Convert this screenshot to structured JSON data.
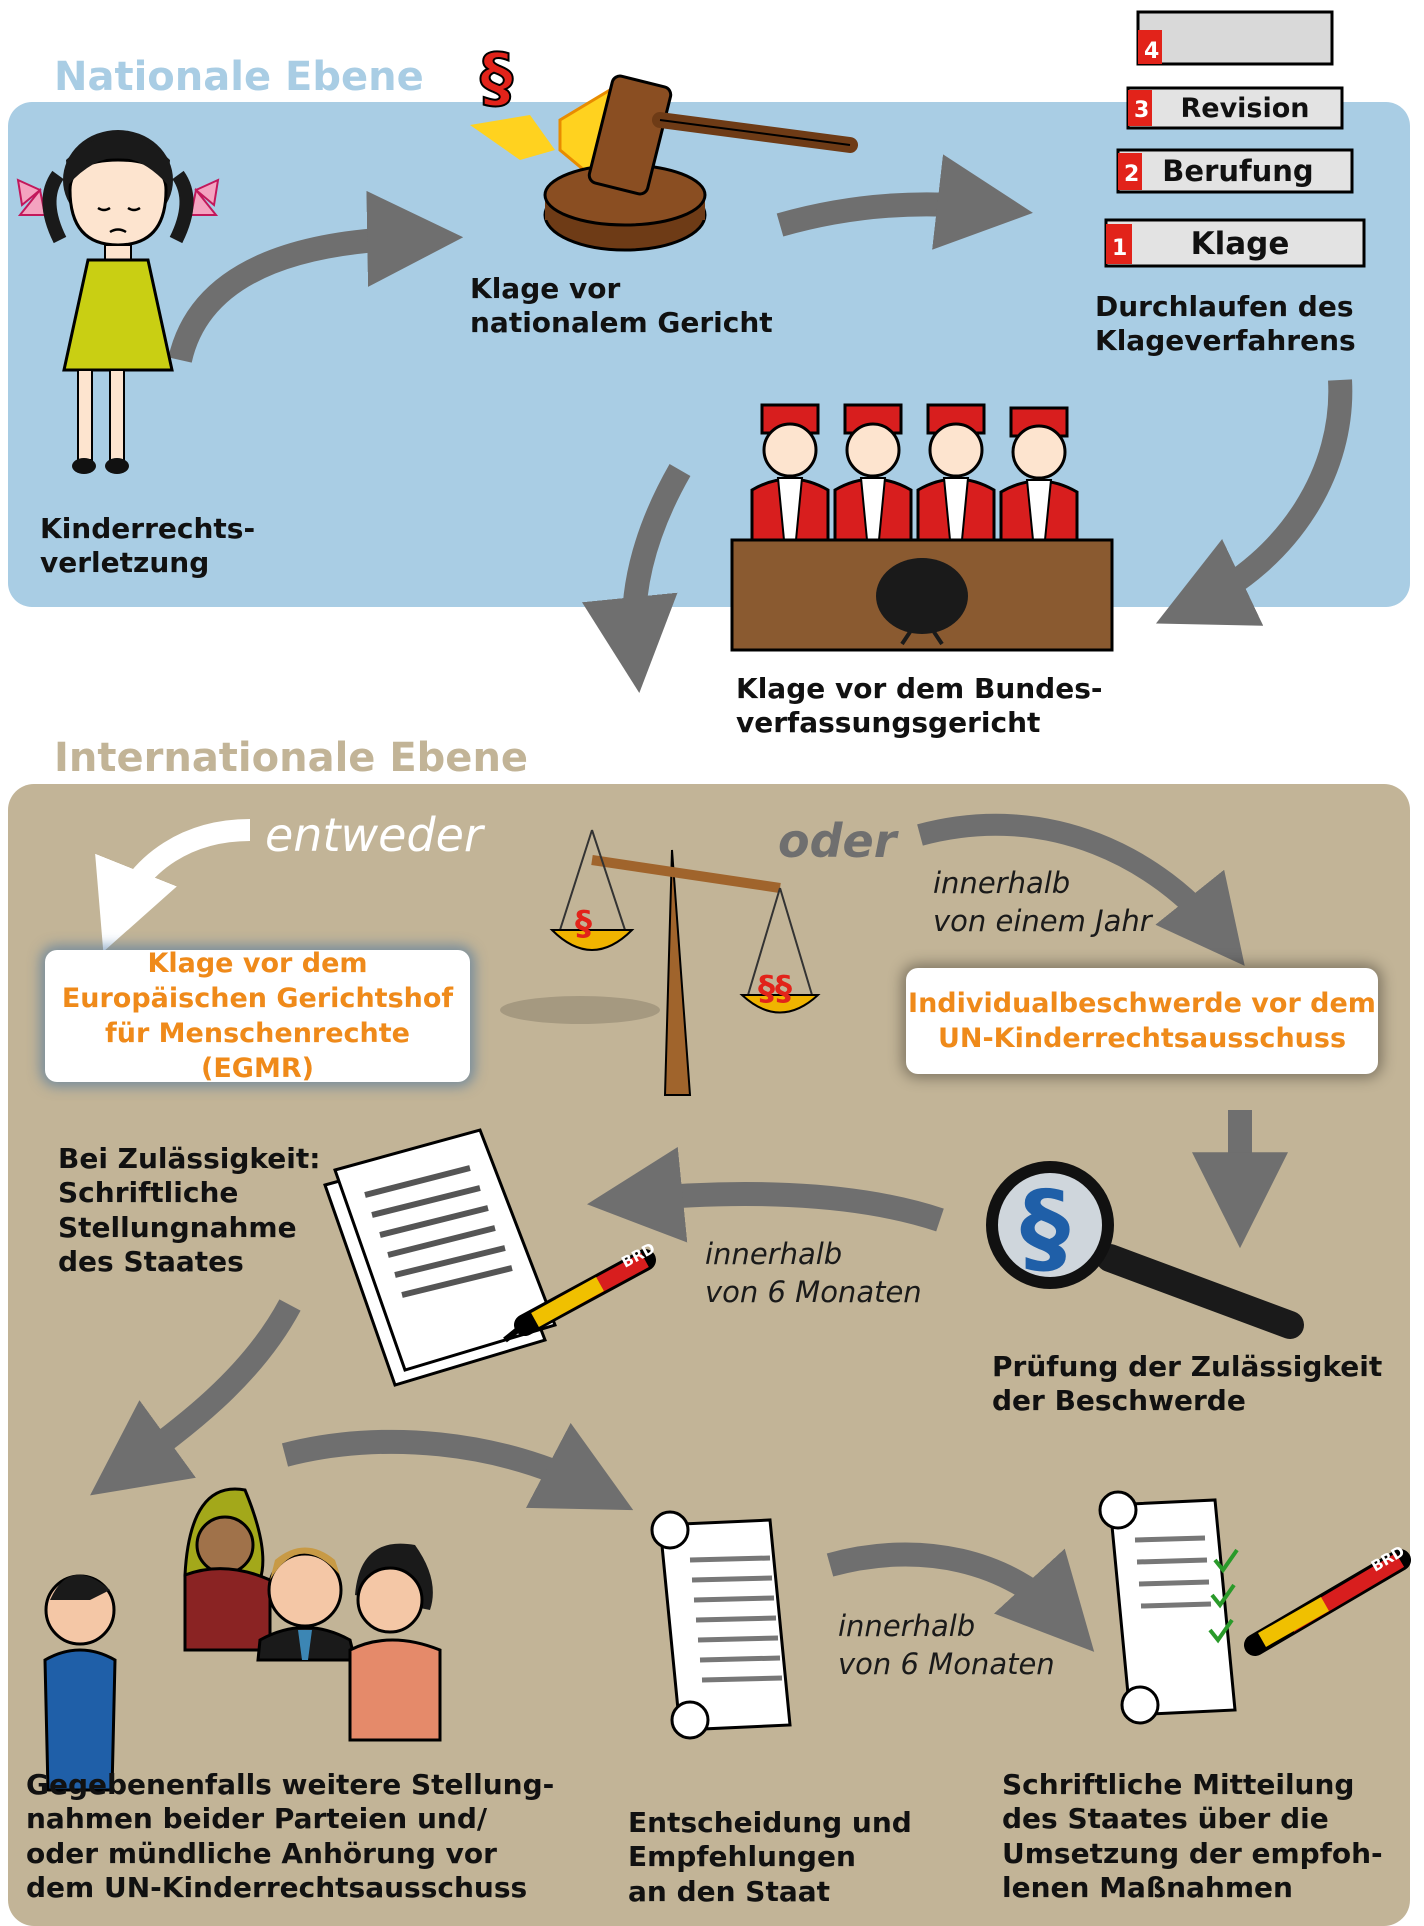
{
  "national": {
    "title": "Nationale Ebene",
    "child_label": "Kinderrechts-\nverletzung",
    "court_label": "Klage vor\nnationalem Gericht",
    "stairs_label": "Durchlaufen des\nKlageverfahrens",
    "stairs": [
      {
        "num": "4",
        "label": ""
      },
      {
        "num": "3",
        "label": "Revision"
      },
      {
        "num": "2",
        "label": "Berufung"
      },
      {
        "num": "1",
        "label": "Klage"
      }
    ],
    "bverfg_label": "Klage vor dem Bundes-\nverfassungsgericht"
  },
  "international": {
    "title": "Internationale Ebene",
    "either": "entweder",
    "or": "oder",
    "within_year": "innerhalb\nvon einem Jahr",
    "egmr": "Klage vor dem\nEuropäischen Gerichtshof\nfür Menschenrechte (EGMR)",
    "un_complaint": "Individualbeschwerde vor dem\nUN-Kinderrechtsausschuss",
    "admissibility_check": "Prüfung der Zulässigkeit\nder Beschwerde",
    "within_6_months_1": "innerhalb\nvon 6 Monaten",
    "state_statement": "Bei Zulässigkeit:\nSchriftliche\nStellungnahme\ndes Staates",
    "further_statements": "Gegebenenfalls weitere Stellung-\nnahmen beider Parteien und/\noder mündliche Anhörung vor\ndem UN-Kinderrechtsausschuss",
    "decision": "Entscheidung und\nEmpfehlungen\nan den Staat",
    "within_6_months_2": "innerhalb\nvon 6 Monaten",
    "implementation": "Schriftliche Mitteilung\ndes Staates über die\nUmsetzung der empfoh-\nlenen Maßnahmen",
    "pencil_brand": "BRD"
  },
  "colors": {
    "national_bg": "#a9cde4",
    "international_bg": "#c2b497",
    "national_title": "#a9cde4",
    "international_title": "#c2b497",
    "accent_orange": "#ef8a1a",
    "arrow_gray": "#6f6f6f",
    "robe_red": "#d81e1e"
  }
}
